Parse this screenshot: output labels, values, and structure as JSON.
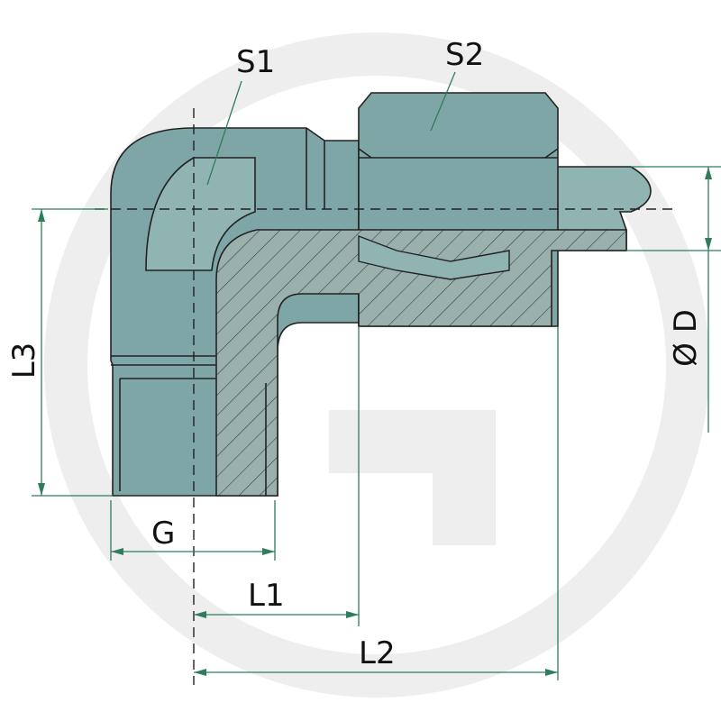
{
  "labels": {
    "s1": "S1",
    "s2": "S2",
    "l3": "L3",
    "g": "G",
    "l1": "L1",
    "l2": "L2",
    "od": "Ø D"
  },
  "colors": {
    "body": "#7ea6a6",
    "body_light": "#8fb4b2",
    "section": "#9ab0ac",
    "outline": "#222222",
    "dimension": "#2e7d5b",
    "watermark": "#eeeeee"
  }
}
